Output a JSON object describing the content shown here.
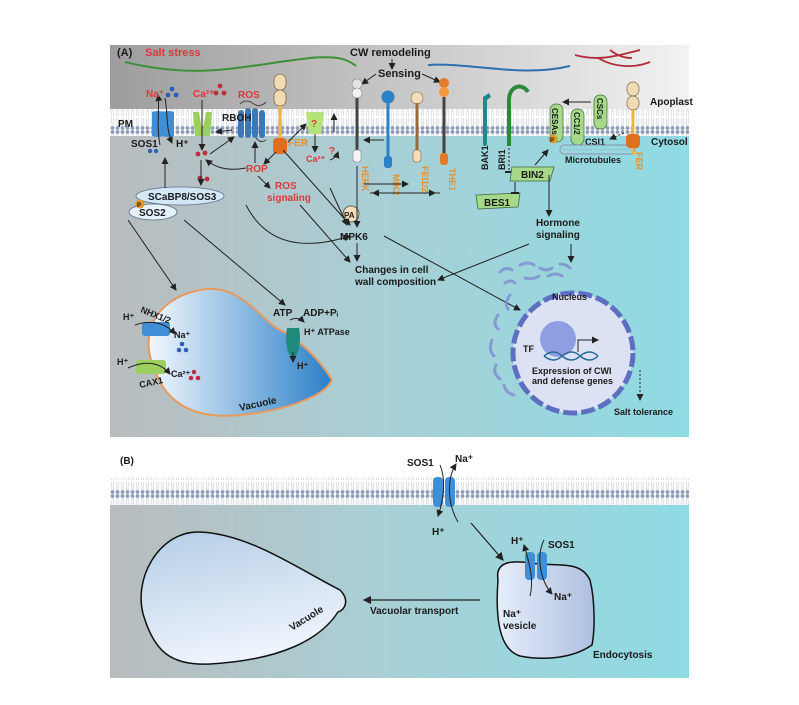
{
  "panelA": {
    "label": "(A)",
    "salt_stress": "Salt stress",
    "cw_remodeling": "CW remodeling",
    "sensing": "Sensing",
    "pm": "PM",
    "apoplast": "Apoplast",
    "cytosol": "Cytosol",
    "na_ion": "Na⁺",
    "ca_ion": "Ca²⁺",
    "h_ion": "H⁺",
    "ros": "ROS",
    "rboh": "RBOH",
    "sos1": "SOS1",
    "fer": "FER",
    "question": "?",
    "rop": "ROP",
    "ros_signaling_1": "ROS",
    "ros_signaling_2": "signaling",
    "scabp8_sos3": "SCaBP8/SOS3",
    "sos2": "SOS2",
    "phospho": "P",
    "herk": "HERK",
    "mik2": "MIK2",
    "fei12": "FEI1/2",
    "the1": "THE1",
    "bak1": "BAK1",
    "bri1": "BRI1",
    "bin2": "BIN2",
    "bes1": "BES1",
    "cesas": "CESAs",
    "cc12": "CC1/2",
    "cscs": "CSCs",
    "csi1": "CSI1",
    "microtubules": "Microtubules",
    "pa": "PA",
    "mpk6": "MPK6",
    "hormone_1": "Hormone",
    "hormone_2": "signaling",
    "changes_1": "Changes in cell",
    "changes_2": "wall composition",
    "nhx": "NHX1/2",
    "cax1": "CAX1",
    "atp": "ATP",
    "adp": "ADP+Pᵢ",
    "h_atpase": "H⁺ ATPase",
    "vacuole": "Vacuole",
    "nucleus": "Nucleus",
    "tf": "TF",
    "expression_1": "Expression of CWI",
    "expression_2": "and defense genes",
    "salt_tolerance": "Salt tolerance"
  },
  "panelB": {
    "label": "(B)",
    "sos1": "SOS1",
    "na_ion": "Na⁺",
    "h_ion": "H⁺",
    "vacuole": "Vacuole",
    "vacuolar_transport": "Vacuolar transport",
    "na_vesicle_1": "Na⁺",
    "na_vesicle_2": "vesicle",
    "endocytosis": "Endocytosis"
  },
  "colors": {
    "cytosol": "#8fdbe4",
    "apoplast_grey": "#9a9a9a",
    "membrane_head": "#8d9bb8",
    "salt_red": "#d93a3a",
    "orange_label": "#e8902a",
    "sos1_blue": "#3f8fd6",
    "green_channel": "#9ccf5e",
    "vacuole_blue": "#2a7fc9"
  }
}
